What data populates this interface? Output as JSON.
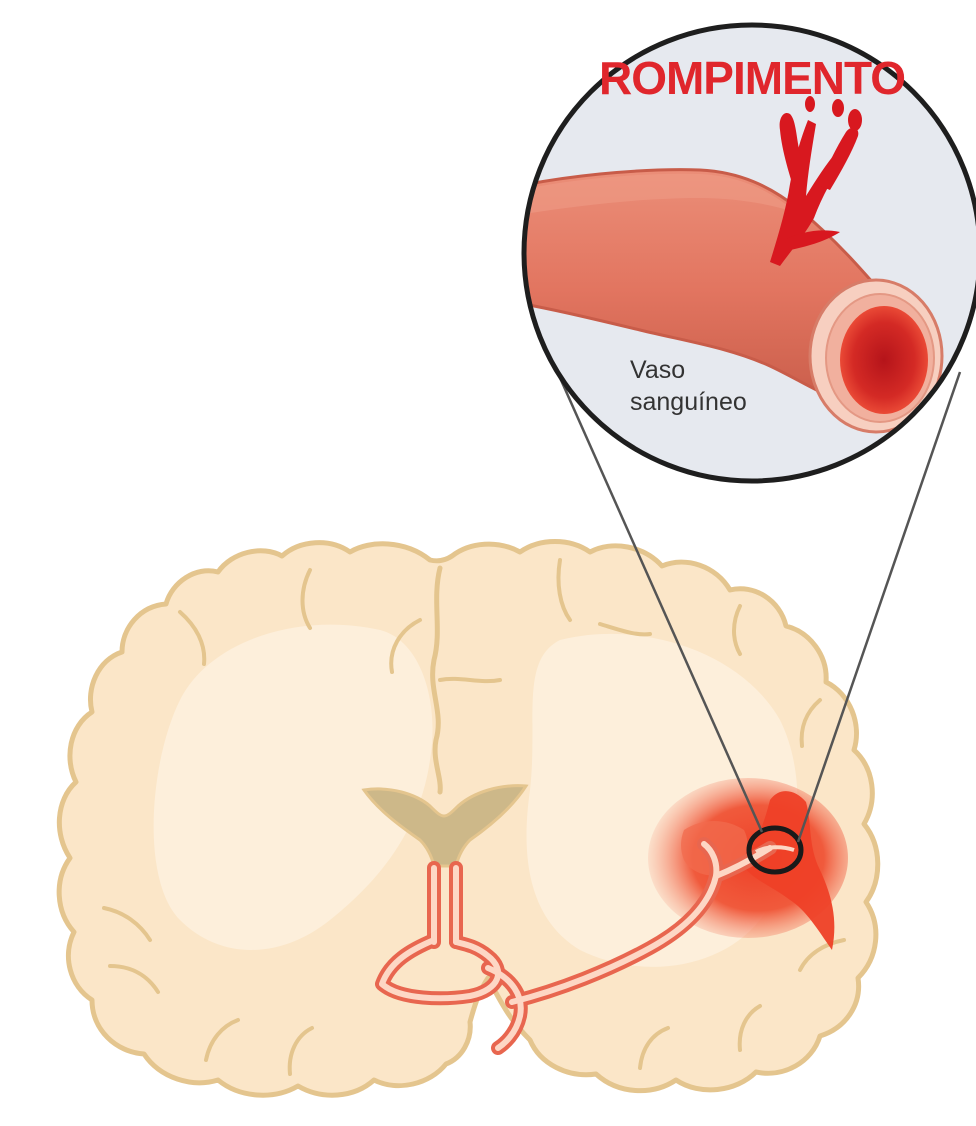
{
  "inset": {
    "title": "ROMPIMENTO",
    "vessel_label_line1": "Vaso",
    "vessel_label_line2": "sanguíneo"
  },
  "colors": {
    "brain_fill": "#fbe6c8",
    "brain_inner": "#fdefdb",
    "brain_outline": "#e4c58e",
    "ventricle": "#cdb889",
    "artery": "#e8664f",
    "artery_inner": "#fdd7c5",
    "hemorrhage": "#ee4027",
    "hemorrhage_glow": "#f6a58c",
    "vessel_body": "#e57c66",
    "vessel_shadow": "#c75a48",
    "inset_bg": "#e6e9ef",
    "inset_border": "#1e1e1e",
    "title_red": "#e0262c",
    "blood": "#d8181f"
  },
  "icons": [
    "brain-illustration",
    "magnifier-circle",
    "blood-vessel",
    "rupture-marker"
  ]
}
